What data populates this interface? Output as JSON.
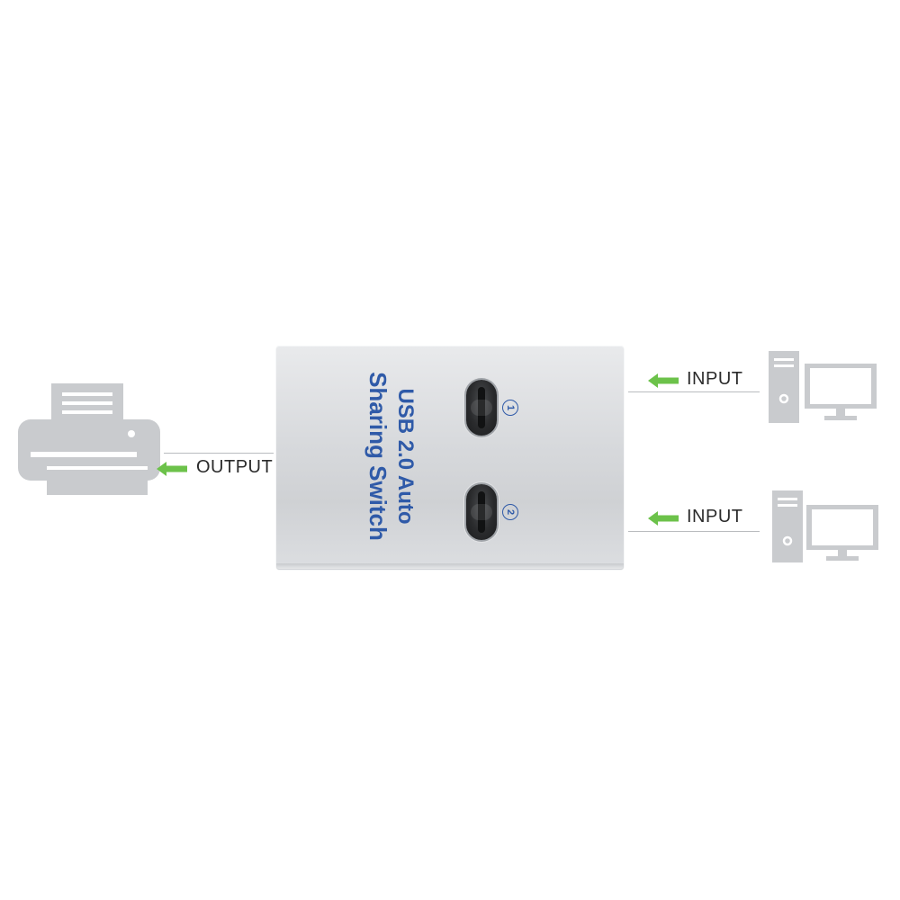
{
  "labels": {
    "output": "OUTPUT",
    "input_1": "INPUT",
    "input_2": "INPUT"
  },
  "switch": {
    "brand_line1": "USB 2.0 Auto",
    "brand_line2": "Sharing Switch",
    "port_1": "1",
    "port_2": "2"
  },
  "colors": {
    "arrow": "#6cc24a",
    "brand_text": "#2f5aa8",
    "icon_gray": "#c9cbce",
    "line": "#b9bcbf"
  },
  "icons": {
    "printer": "printer-icon",
    "computer_1": "desktop-computer-icon",
    "computer_2": "desktop-computer-icon",
    "arrow": "left-arrow-icon"
  }
}
